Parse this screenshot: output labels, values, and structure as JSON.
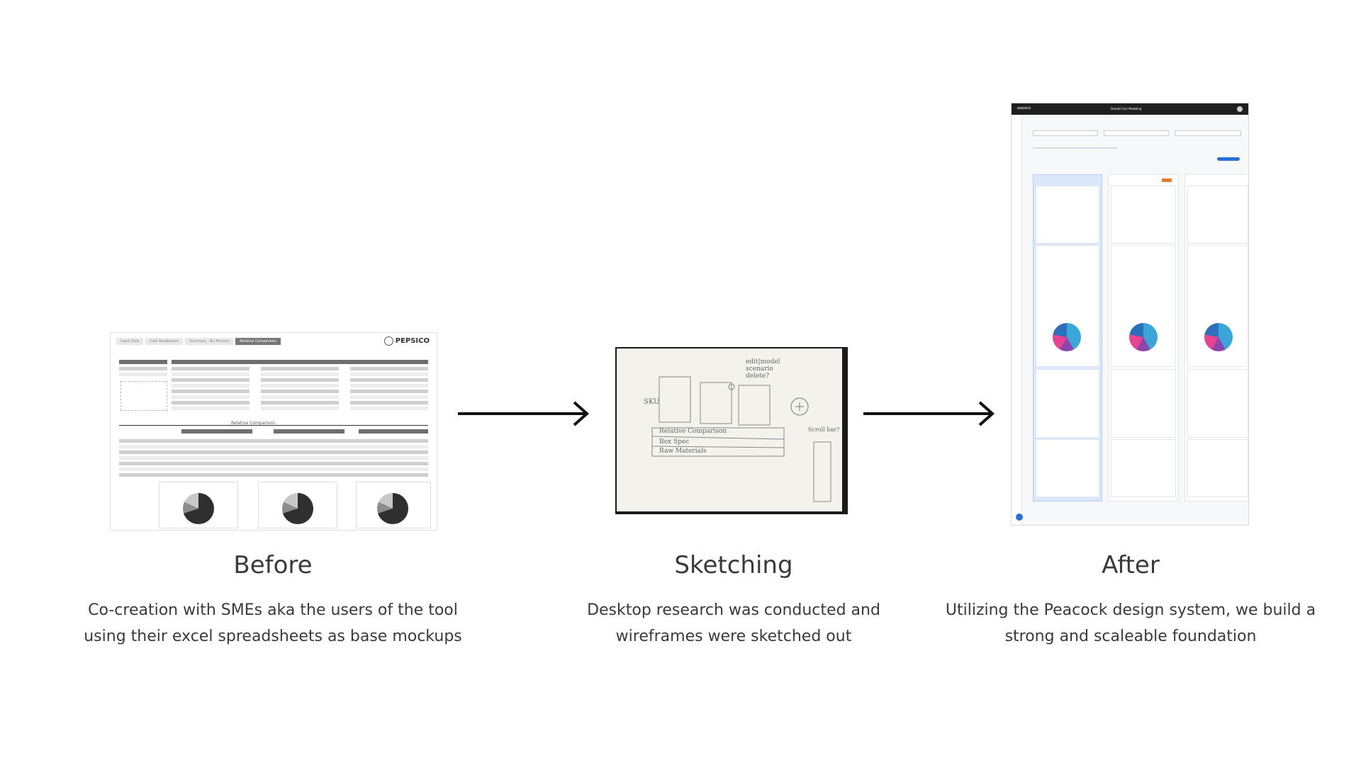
{
  "steps": [
    {
      "title": "Before",
      "body_line1": "Co-creation with SMEs aka the users of the tool",
      "body_line2": "using their excel spreadsheets as base mockups"
    },
    {
      "title": "Sketching",
      "body_line1": "Desktop research was conducted and",
      "body_line2": "wireframes were sketched out"
    },
    {
      "title": "After",
      "body_line1": "Utilizing the Peacock design system, we build a",
      "body_line2": "strong and scaleable foundation"
    }
  ],
  "before_sheet": {
    "logo": "PEPSICO",
    "tabs": [
      "Input Data",
      "Cost Breakdown",
      "Summary - By Process",
      "Relative Comparison"
    ],
    "section_title": "Relative Comparison"
  },
  "sketch": {
    "note_top": "edit|model scenario delete?",
    "label_left": "SKU",
    "row1": "Relative Comparison",
    "row2": "Box Spec",
    "row3": "Raw Materials",
    "note_right": "Scroll bar?"
  },
  "after_app": {
    "brand": "pepsico",
    "title": "Should Cost Modeling"
  },
  "colors": {
    "text": "#3a3a3a",
    "arrow": "#111111",
    "accent_blue": "#2a6fd6"
  }
}
